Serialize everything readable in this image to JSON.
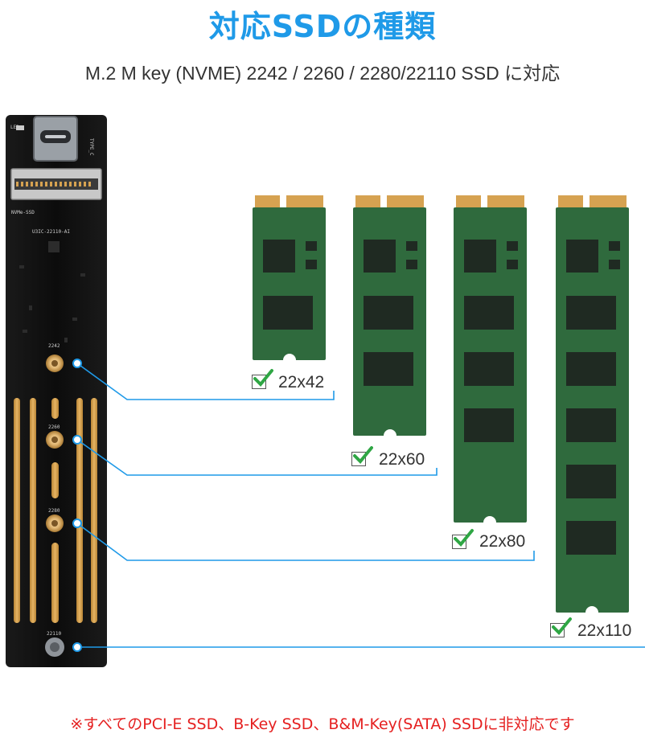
{
  "title": "対応SSDの種類",
  "subtitle": "M.2 M key (NVME) 2242 / 2260 / 2280/22110 SSD に対応",
  "note": "※すべてのPCI-E SSD、B-Key SSD、B&M-Key(SATA) SSDに非対応です",
  "board": {
    "led_label": "LED",
    "typec_label": "TYPE_C",
    "nvme_label": "NVMe-SSD",
    "model_label": "U3IC-22110-AI",
    "holes": [
      "2242",
      "2260",
      "2280",
      "22110"
    ]
  },
  "sizes": [
    {
      "label": "22x42"
    },
    {
      "label": "22x60"
    },
    {
      "label": "22x80"
    },
    {
      "label": "22x110"
    }
  ],
  "colors": {
    "title": "#1f9ae8",
    "note": "#e52020",
    "pcb": "#2f6a3d",
    "gold": "#d6a251",
    "board": "#111111",
    "connector_line": "#1f9ae8",
    "check": "#2fa644"
  }
}
